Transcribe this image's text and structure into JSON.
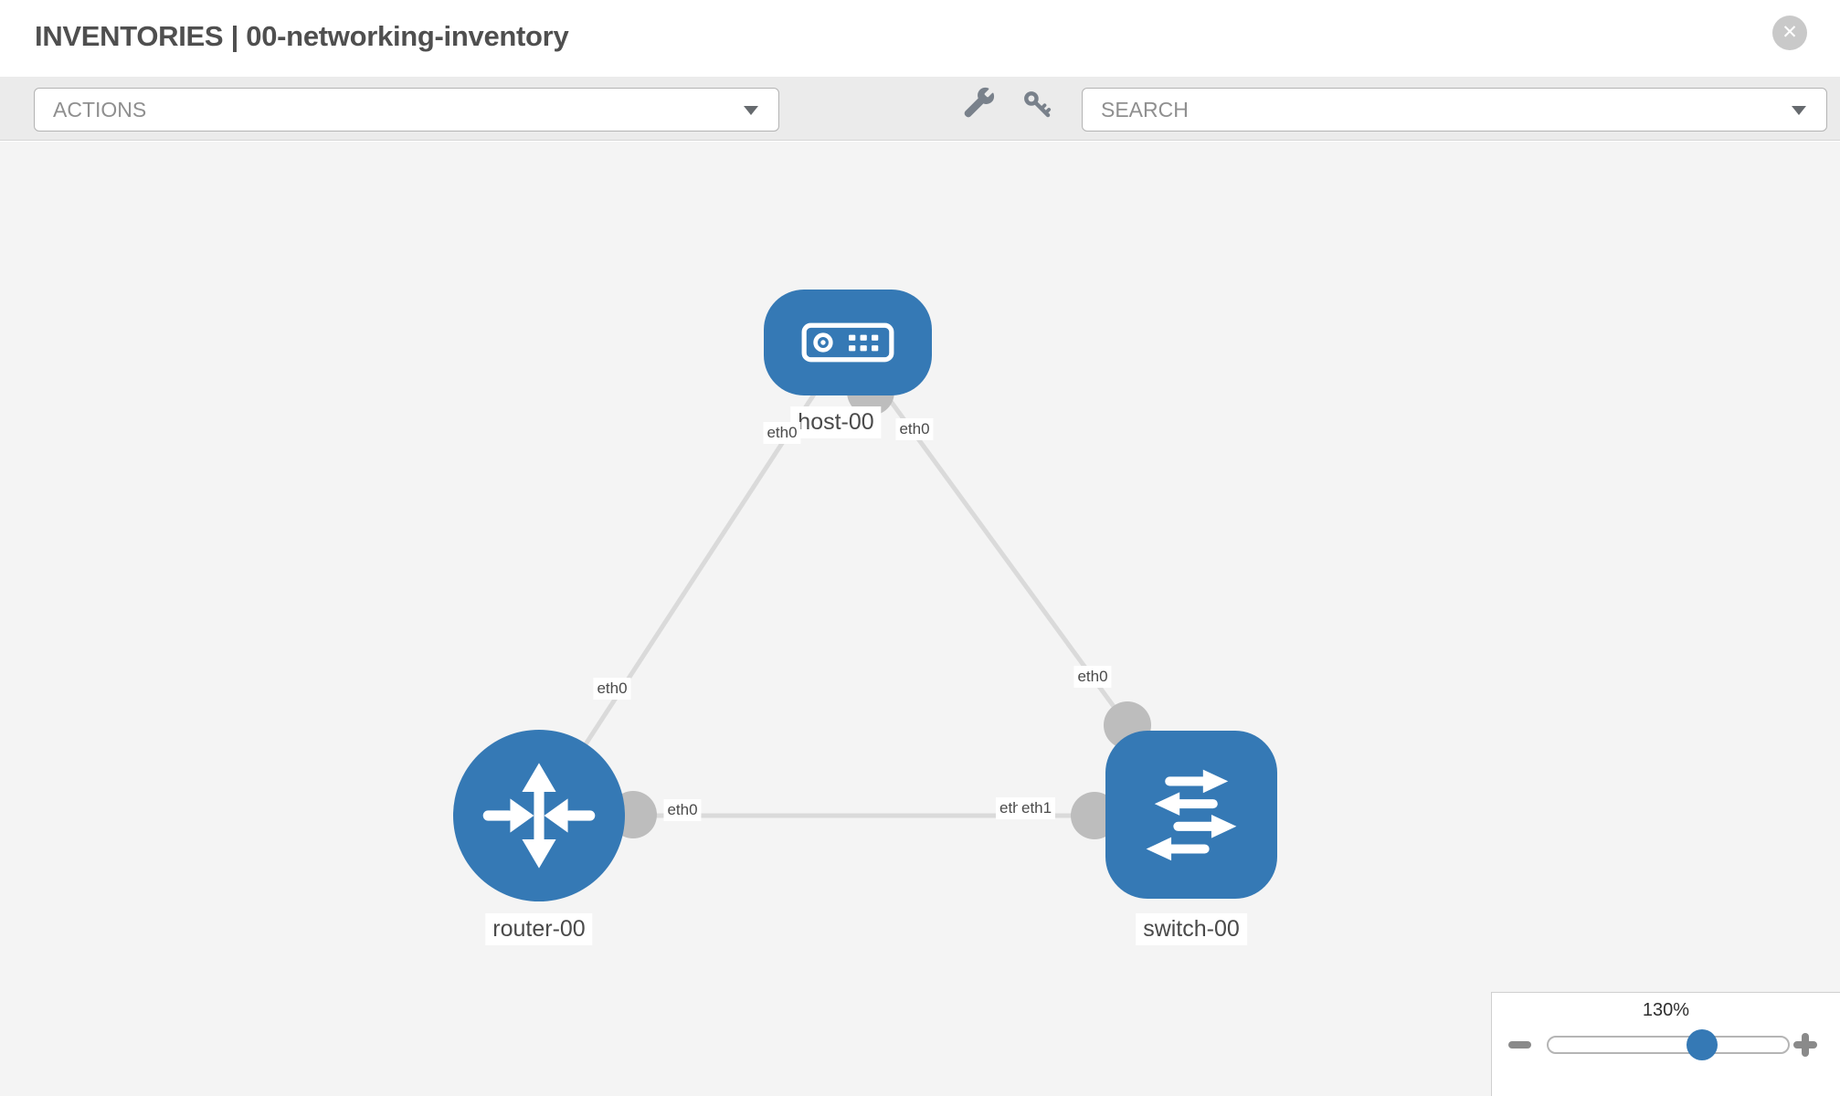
{
  "header": {
    "title": "INVENTORIES | 00-networking-inventory"
  },
  "toolbar": {
    "actions_label": "ACTIONS",
    "search_placeholder": "SEARCH"
  },
  "icons": {
    "close_glyph": "✕",
    "wrench": "wrench-icon",
    "key": "key-icon",
    "dropdown_caret": "chevron-down-icon",
    "zoom_out": "minus-icon",
    "zoom_in": "plus-icon"
  },
  "topology": {
    "nodes": [
      {
        "label": "host-00",
        "type": "host"
      },
      {
        "label": "router-00",
        "type": "router"
      },
      {
        "label": "switch-00",
        "type": "switch"
      }
    ],
    "links": [
      {
        "source": "host-00",
        "target": "router-00",
        "source_interface": "eth0",
        "target_interface": "eth0"
      },
      {
        "source": "host-00",
        "target": "switch-00",
        "source_interface": "eth0",
        "target_interface": "eth0"
      },
      {
        "source": "router-00",
        "target": "switch-00",
        "source_interface": "eth0",
        "target_interface": "eth1"
      }
    ]
  },
  "zoom_control": {
    "level": "130%"
  },
  "colors": {
    "node_blue": "#3579b5",
    "link_gray": "#dadada",
    "connector_gray": "#bdbdbd",
    "canvas_bg": "#f4f4f4",
    "toolbar_bg": "#ebebeb"
  }
}
